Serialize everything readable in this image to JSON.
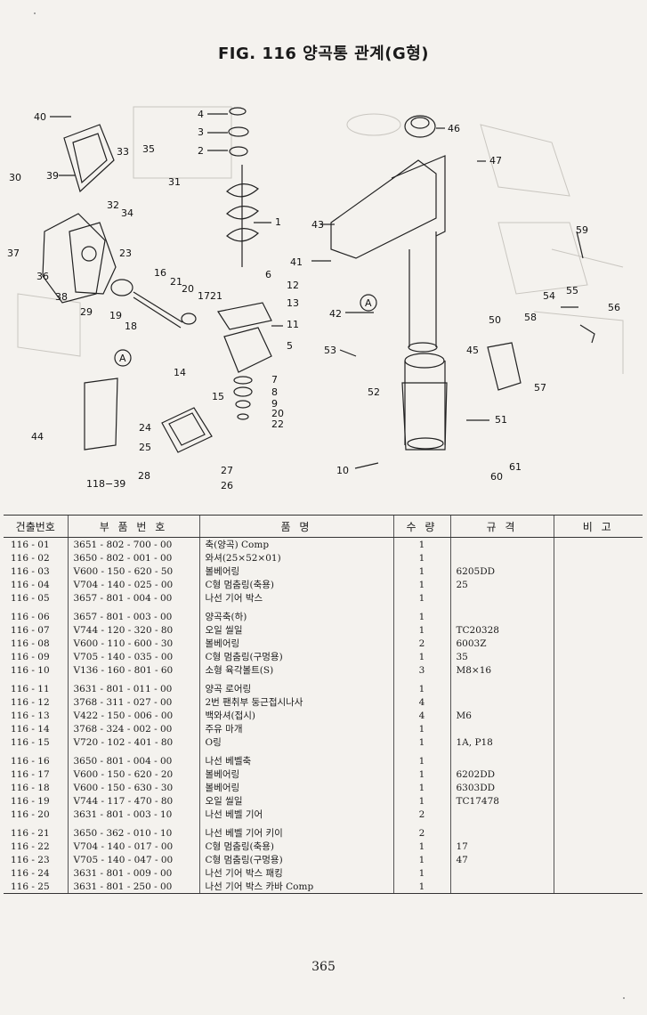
{
  "figure": {
    "title": "FIG. 116 양곡통 관계(G형)"
  },
  "callouts": [
    "1",
    "2",
    "3",
    "4",
    "5",
    "6",
    "7",
    "8",
    "9",
    "10",
    "11",
    "12",
    "13",
    "14",
    "15",
    "16",
    "17",
    "18",
    "19",
    "20",
    "20",
    "21",
    "21",
    "22",
    "23",
    "24",
    "25",
    "26",
    "27",
    "28",
    "29",
    "30",
    "31",
    "32",
    "33",
    "34",
    "35",
    "36",
    "37",
    "38",
    "39",
    "40",
    "41",
    "42",
    "43",
    "44",
    "45",
    "46",
    "47",
    "50",
    "51",
    "52",
    "53",
    "54",
    "55",
    "56",
    "57",
    "58",
    "59",
    "60",
    "61",
    "118−39",
    "A",
    "A"
  ],
  "table": {
    "headers": [
      "건출번호",
      "부 품 번 호",
      "품 명",
      "수 량",
      "규 격",
      "비 고"
    ],
    "groups": [
      [
        {
          "no": "116 - 01",
          "part": "3651 - 802 - 700 - 00",
          "name": "축(양곡) Comp",
          "qty": "1",
          "spec": "",
          "note": ""
        },
        {
          "no": "116 - 02",
          "part": "3650 - 802 - 001 - 00",
          "name": "와셔(25×52×01)",
          "qty": "1",
          "spec": "",
          "note": ""
        },
        {
          "no": "116 - 03",
          "part": "V600 - 150 - 620 - 50",
          "name": "볼베어링",
          "qty": "1",
          "spec": "6205DD",
          "note": ""
        },
        {
          "no": "116 - 04",
          "part": "V704 - 140 - 025 - 00",
          "name": "C형 멈춤링(축용)",
          "qty": "1",
          "spec": "25",
          "note": ""
        },
        {
          "no": "116 - 05",
          "part": "3657 - 801 - 004 - 00",
          "name": "나선 기어 박스",
          "qty": "1",
          "spec": "",
          "note": ""
        }
      ],
      [
        {
          "no": "116 - 06",
          "part": "3657 - 801 - 003 - 00",
          "name": "양곡축(하)",
          "qty": "1",
          "spec": "",
          "note": ""
        },
        {
          "no": "116 - 07",
          "part": "V744 - 120 - 320 - 80",
          "name": "오일 씰일",
          "qty": "1",
          "spec": "TC20328",
          "note": ""
        },
        {
          "no": "116 - 08",
          "part": "V600 - 110 - 600 - 30",
          "name": "볼베어링",
          "qty": "2",
          "spec": "6003Z",
          "note": ""
        },
        {
          "no": "116 - 09",
          "part": "V705 - 140 - 035 - 00",
          "name": "C형 멈춤링(구멍용)",
          "qty": "1",
          "spec": "35",
          "note": ""
        },
        {
          "no": "116 - 10",
          "part": "V136 - 160 - 801 - 60",
          "name": "소형 육각볼트(S)",
          "qty": "3",
          "spec": "M8×16",
          "note": ""
        }
      ],
      [
        {
          "no": "116 - 11",
          "part": "3631 - 801 - 011 - 00",
          "name": "양곡 로어링",
          "qty": "1",
          "spec": "",
          "note": ""
        },
        {
          "no": "116 - 12",
          "part": "3768 - 311 - 027 - 00",
          "name": "2번 팬취부 둥근접시나사",
          "qty": "4",
          "spec": "",
          "note": ""
        },
        {
          "no": "116 - 13",
          "part": "V422 - 150 - 006 - 00",
          "name": "백와셔(접시)",
          "qty": "4",
          "spec": "M6",
          "note": ""
        },
        {
          "no": "116 - 14",
          "part": "3768 - 324 - 002 - 00",
          "name": "주유 마개",
          "qty": "1",
          "spec": "",
          "note": ""
        },
        {
          "no": "116 - 15",
          "part": "V720 - 102 - 401 - 80",
          "name": "O링",
          "qty": "1",
          "spec": "1A, P18",
          "note": ""
        }
      ],
      [
        {
          "no": "116 - 16",
          "part": "3650 - 801 - 004 - 00",
          "name": "나선 베벨축",
          "qty": "1",
          "spec": "",
          "note": ""
        },
        {
          "no": "116 - 17",
          "part": "V600 - 150 - 620 - 20",
          "name": "볼베어링",
          "qty": "1",
          "spec": "6202DD",
          "note": ""
        },
        {
          "no": "116 - 18",
          "part": "V600 - 150 - 630 - 30",
          "name": "볼베어링",
          "qty": "1",
          "spec": "6303DD",
          "note": ""
        },
        {
          "no": "116 - 19",
          "part": "V744 - 117 - 470 - 80",
          "name": "오일 씰일",
          "qty": "1",
          "spec": "TC17478",
          "note": ""
        },
        {
          "no": "116 - 20",
          "part": "3631 - 801 - 003 - 10",
          "name": "나선 베벨 기어",
          "qty": "2",
          "spec": "",
          "note": ""
        }
      ],
      [
        {
          "no": "116 - 21",
          "part": "3650 - 362 - 010 - 10",
          "name": "나선 베벨 기어 키이",
          "qty": "2",
          "spec": "",
          "note": ""
        },
        {
          "no": "116 - 22",
          "part": "V704 - 140 - 017 - 00",
          "name": "C형 멈춤링(축용)",
          "qty": "1",
          "spec": "17",
          "note": ""
        },
        {
          "no": "116 - 23",
          "part": "V705 - 140 - 047 - 00",
          "name": "C형 멈춤링(구멍용)",
          "qty": "1",
          "spec": "47",
          "note": ""
        },
        {
          "no": "116 - 24",
          "part": "3631 - 801 - 009 - 00",
          "name": "나선 기어 박스 패킹",
          "qty": "1",
          "spec": "",
          "note": ""
        },
        {
          "no": "116 - 25",
          "part": "3631 - 801 - 250 - 00",
          "name": "나선 기어 박스 카바 Comp",
          "qty": "1",
          "spec": "",
          "note": ""
        }
      ]
    ]
  },
  "page_number": "365"
}
